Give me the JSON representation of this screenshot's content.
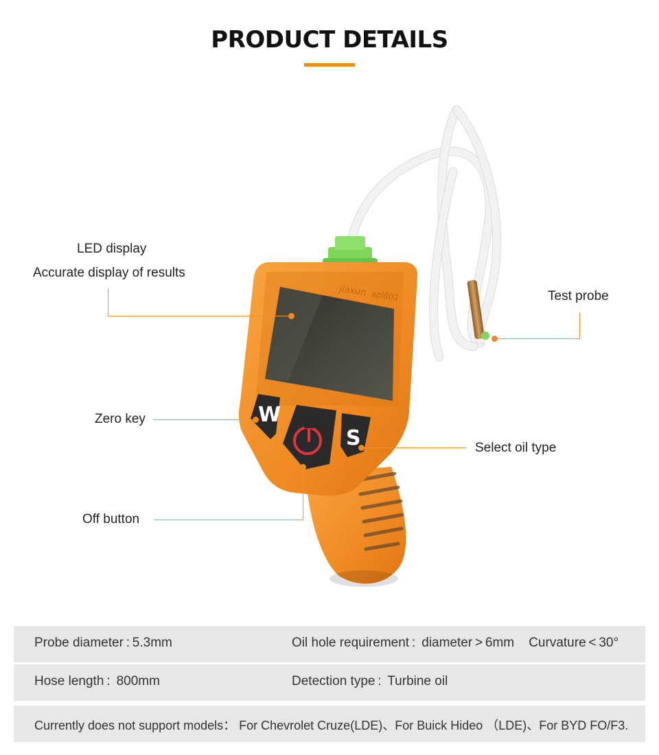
{
  "header": {
    "title": "PRODUCT DETAILS"
  },
  "device": {
    "brand": "jiaxun",
    "model": "apl801",
    "zero_key": "W",
    "select_key": "S"
  },
  "callouts": {
    "led_title": "LED display",
    "led_desc": "Accurate display of results",
    "test_probe": "Test probe",
    "zero_key": "Zero key",
    "select_oil": "Select oil type",
    "off_button": "Off  button"
  },
  "specs": {
    "row1_left": "Probe diameter : 5.3mm",
    "row1_right": "Oil hole requirement :  diameter > 6mm    Curvature < 30°",
    "row2_left": "Hose length :  800mm",
    "row2_right": "Detection type :  Turbine oil",
    "row3": "Currently does not support models： For Chevrolet Cruze(LDE)、For Buick Hideo （LDE)、For BYD FO/F3."
  },
  "colors": {
    "accent": "#ef8a1f",
    "device_body": "#f08a22",
    "screen": "#3a3c33",
    "connector": "#7fd65a",
    "probe": "#b07a3a",
    "spec_bg": "#e7e7e7"
  }
}
